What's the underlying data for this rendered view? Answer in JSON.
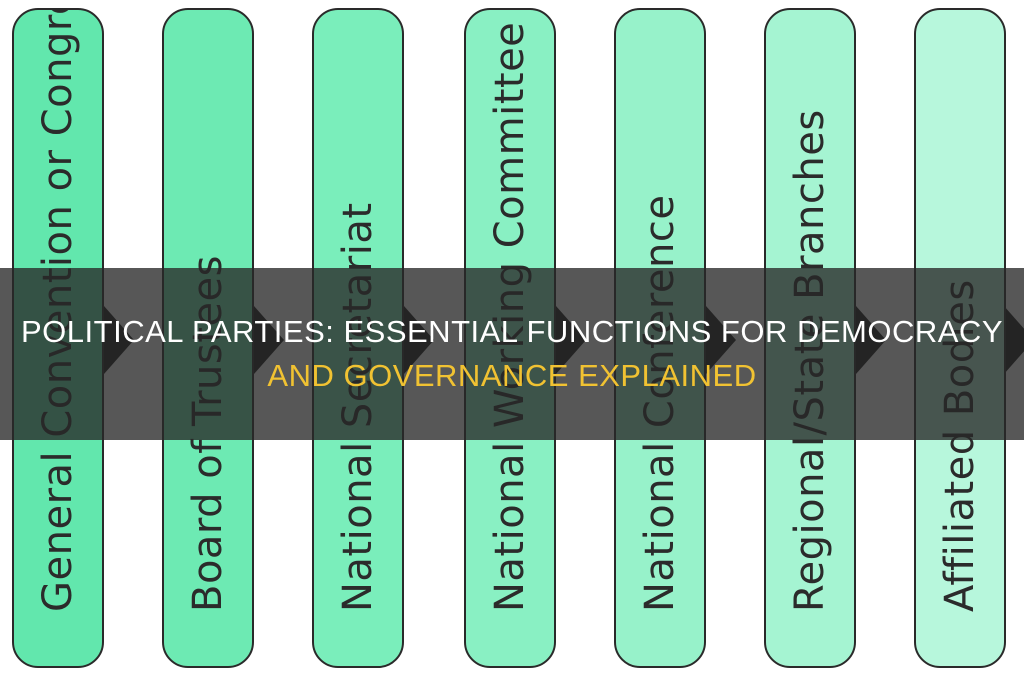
{
  "diagram": {
    "columns": [
      {
        "label": "General Convention or Congress",
        "color": "#62e7ad"
      },
      {
        "label": "Board of Trustees",
        "color": "#6deab3"
      },
      {
        "label": "National Secretariat",
        "color": "#7aeebb"
      },
      {
        "label": "National Working Committee",
        "color": "#89f0c3"
      },
      {
        "label": "National Conference",
        "color": "#97f2ca"
      },
      {
        "label": "Regional/State Branches",
        "color": "#a5f4d2"
      },
      {
        "label": "Affiliated Bodies",
        "color": "#b7f7dc"
      }
    ],
    "arrow_color": "#1a1a1a",
    "border_color": "#2a2a2a"
  },
  "banner": {
    "line1_white": "POLITICAL PARTIES:",
    "line1_rest": " ESSENTIAL FUNCTIONS FOR DEMOCRACY",
    "line2": "AND GOVERNANCE EXPLAINED",
    "line2_color": "#f1c232"
  }
}
